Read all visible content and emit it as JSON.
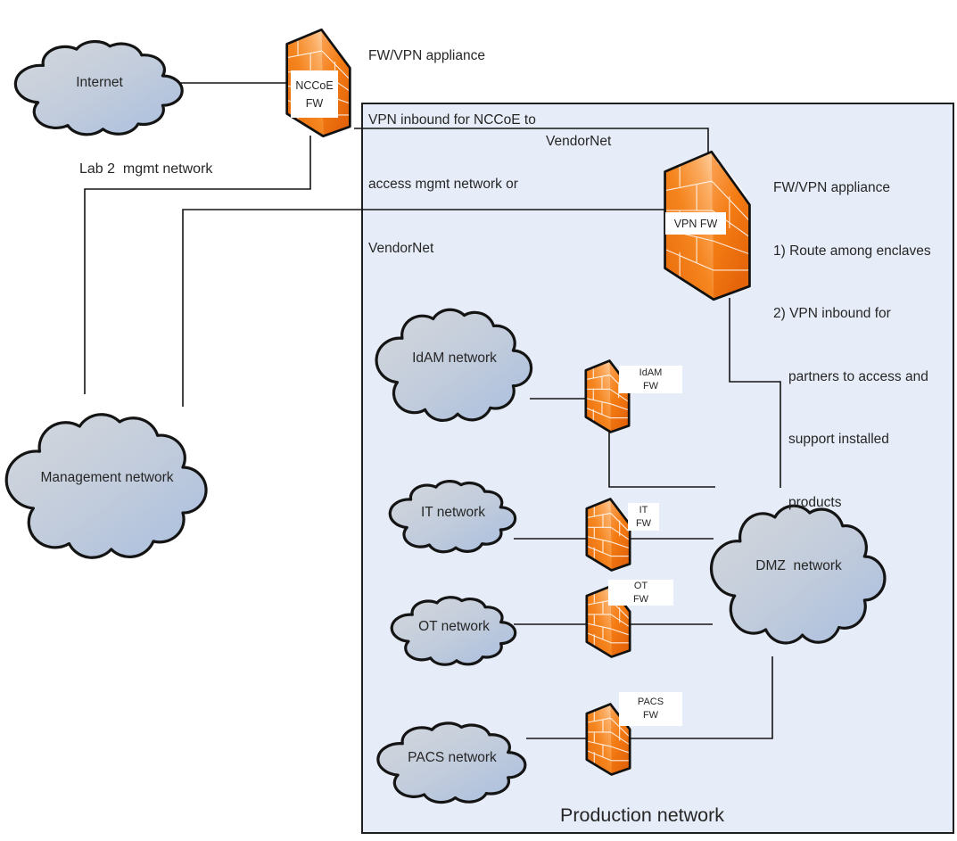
{
  "colors": {
    "accent-orange": "#f5851f",
    "prod-fill": "#e7edf8",
    "line": "#141414",
    "text": "#262626",
    "label-bg": "#ffffff",
    "cloud-light": "#d5d8dd",
    "cloud-dark": "#a9bedf"
  },
  "notes": {
    "top": {
      "l1": "FW/VPN appliance",
      "l2": "VPN inbound for NCCoE to",
      "l3": "access mgmt network or",
      "l4": "VendorNet"
    },
    "right": {
      "l1": "FW/VPN appliance",
      "l2": "1) Route among enclaves",
      "l3": "2) VPN inbound for",
      "l4": "partners to access and",
      "l5": "support installed",
      "l6": "products"
    }
  },
  "labels": {
    "lab2_mgmt": "Lab 2  mgmt network",
    "vendornet": "VendorNet",
    "production": "Production network"
  },
  "clouds": {
    "internet": {
      "label": "Internet"
    },
    "management": {
      "label": "Management network"
    },
    "idam": {
      "label": "IdAM network"
    },
    "it": {
      "label": "IT network"
    },
    "ot": {
      "label": "OT network"
    },
    "dmz": {
      "label": "DMZ  network"
    },
    "pacs": {
      "label": "PACS network"
    }
  },
  "firewalls": {
    "nccoe": {
      "line1": "NCCoE",
      "line2": "FW"
    },
    "vpn": {
      "line1": "VPN FW"
    },
    "idam": {
      "line1": "IdAM",
      "line2": "FW"
    },
    "it": {
      "line1": "IT",
      "line2": "FW"
    },
    "ot": {
      "line1": "OT",
      "line2": "FW"
    },
    "pacs": {
      "line1": "PACS",
      "line2": "FW"
    }
  },
  "connections": [
    {
      "from": "Internet",
      "to": "NCCoE FW"
    },
    {
      "from": "NCCoE FW",
      "to": "Management network",
      "via": "Lab 2 mgmt network"
    },
    {
      "from": "Management network",
      "to": "VPN FW",
      "via": "Lab 2 mgmt network"
    },
    {
      "from": "NCCoE FW",
      "to": "VPN FW",
      "via": "VendorNet"
    },
    {
      "from": "VPN FW",
      "to": "DMZ network"
    },
    {
      "from": "IdAM network",
      "to": "IdAM FW"
    },
    {
      "from": "IdAM FW",
      "to": "DMZ network"
    },
    {
      "from": "IT network",
      "to": "IT FW"
    },
    {
      "from": "IT FW",
      "to": "DMZ network"
    },
    {
      "from": "OT network",
      "to": "OT FW"
    },
    {
      "from": "OT FW",
      "to": "DMZ network"
    },
    {
      "from": "PACS network",
      "to": "PACS FW"
    },
    {
      "from": "PACS FW",
      "to": "DMZ network"
    }
  ]
}
